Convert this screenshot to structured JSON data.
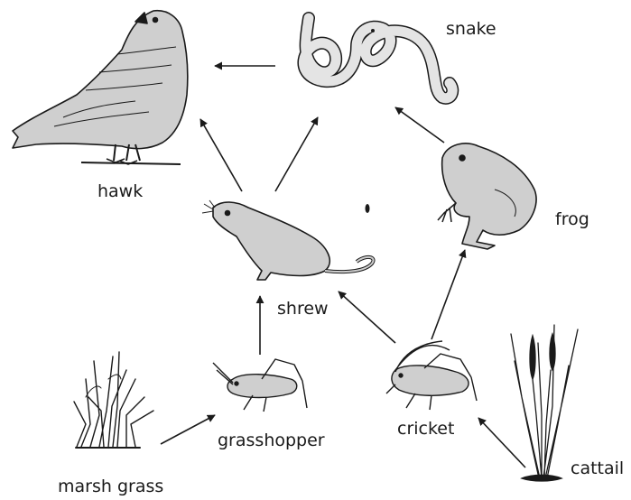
{
  "organisms": {
    "hawk": "hawk",
    "snake": "snake",
    "frog": "frog",
    "shrew": "shrew",
    "grasshopper": "grasshopper",
    "cricket": "cricket",
    "marsh_grass": "marsh grass",
    "cattail": "cattail"
  },
  "links": [
    {
      "from": "snake",
      "to": "hawk"
    },
    {
      "from": "shrew",
      "to": "hawk"
    },
    {
      "from": "shrew",
      "to": "snake"
    },
    {
      "from": "frog",
      "to": "snake"
    },
    {
      "from": "grasshopper",
      "to": "shrew"
    },
    {
      "from": "cricket",
      "to": "shrew"
    },
    {
      "from": "cricket",
      "to": "frog"
    },
    {
      "from": "marsh_grass",
      "to": "grasshopper"
    },
    {
      "from": "cattail",
      "to": "cricket"
    }
  ],
  "colors": {
    "ink": "#1a1a1a",
    "fill": "#cfcfcf",
    "fill_light": "#e4e4e4"
  }
}
